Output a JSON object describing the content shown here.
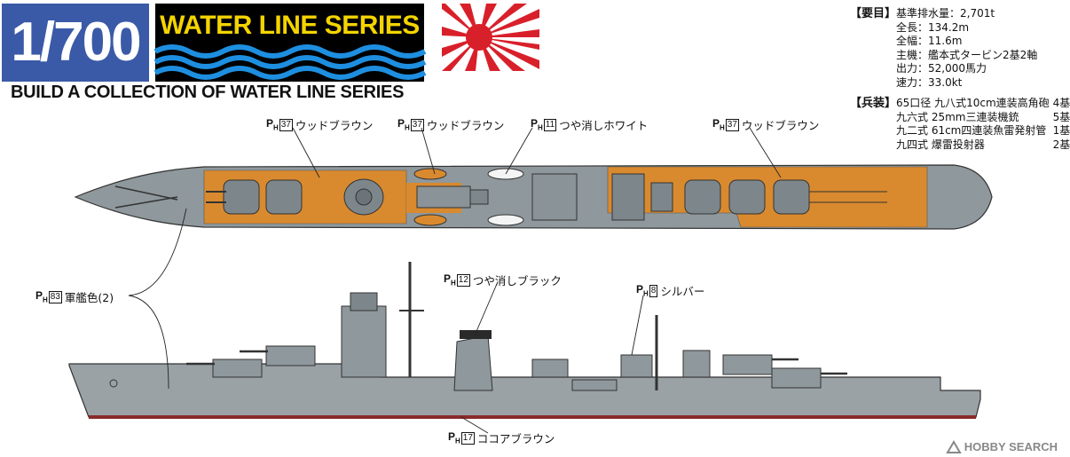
{
  "header": {
    "scale": "1/700",
    "series_title": "WATER LINE SERIES",
    "subtitle": "BUILD A COLLECTION OF WATER LINE SERIES"
  },
  "specs": {
    "heading": "【要目】",
    "rows": [
      "基準排水量：2,701t",
      "全長：134.2m",
      "全幅：11.6m",
      "主機：艦本式タービン2基2軸",
      "出力：52,000馬力",
      "速力：33.0kt"
    ]
  },
  "armament": {
    "heading": "【兵装】",
    "rows": [
      {
        "name": "65口径 九八式10cm連装高角砲",
        "count": "4基"
      },
      {
        "name": "九六式 25mm三連装機銃",
        "count": "5基"
      },
      {
        "name": "九二式 61cm四連装魚雷発射管",
        "count": "1基"
      },
      {
        "name": "九四式 爆雷投射器",
        "count": "2基"
      }
    ]
  },
  "paint_labels": {
    "prefix": "P",
    "prefix_sub": "H",
    "wood_brown_1": {
      "num": "37",
      "name": "ウッドブラウン"
    },
    "wood_brown_2": {
      "num": "37",
      "name": "ウッドブラウン"
    },
    "flat_white": {
      "num": "11",
      "name": "つや消しホワイト"
    },
    "wood_brown_3": {
      "num": "37",
      "name": "ウッドブラウン"
    },
    "warship_color": {
      "num": "83",
      "name": "軍艦色(2)"
    },
    "flat_black": {
      "num": "12",
      "name": "つや消しブラック"
    },
    "silver": {
      "num": "8",
      "name": "シルバー"
    },
    "cocoa_brown": {
      "num": "17",
      "name": "ココアブラウン"
    }
  },
  "watermark": {
    "brand": "HOBBY SEARCH"
  },
  "colors": {
    "scale_bg": "#3a5aa8",
    "series_title": "#f4d400",
    "wave": "#1e8fe0",
    "deck_gray": "#8f989c",
    "wood_brown": "#d98a2e",
    "hull_gray": "#9aa2a6",
    "boot_top": "#8a2a2a",
    "flag_red": "#d8202a"
  }
}
